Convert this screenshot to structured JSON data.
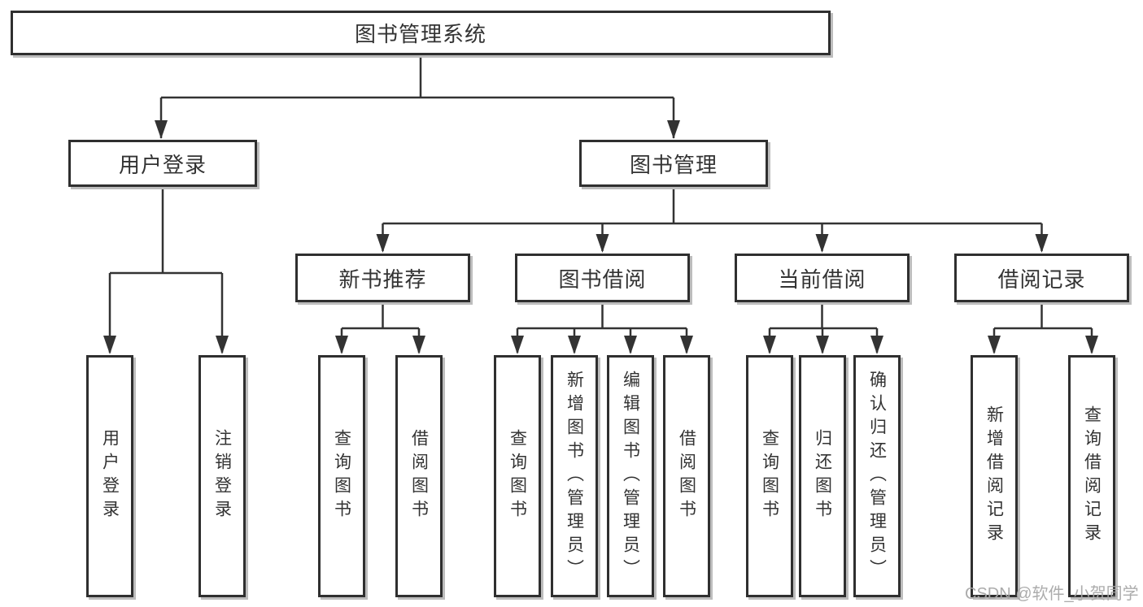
{
  "diagram": {
    "root": "图书管理系统",
    "level2": [
      "用户登录",
      "图书管理"
    ],
    "level3": [
      "新书推荐",
      "图书借阅",
      "当前借阅",
      "借阅记录"
    ],
    "group_user_login": [
      "用户登录",
      "注销登录"
    ],
    "group_new_books": [
      "查询图书",
      "借阅图书"
    ],
    "group_book_borrow": [
      "查询图书",
      "新增图书（管理员）",
      "编辑图书（管理员）",
      "借阅图书"
    ],
    "group_current_borrow": [
      "查询图书",
      "归还图书",
      "确认归还（管理员）"
    ],
    "group_borrow_records": [
      "新增借阅记录",
      "查询借阅记录"
    ],
    "line_color": "#333333",
    "border_color": "#2f2f2f"
  },
  "watermark": "CSDN @软件_小贺同学"
}
